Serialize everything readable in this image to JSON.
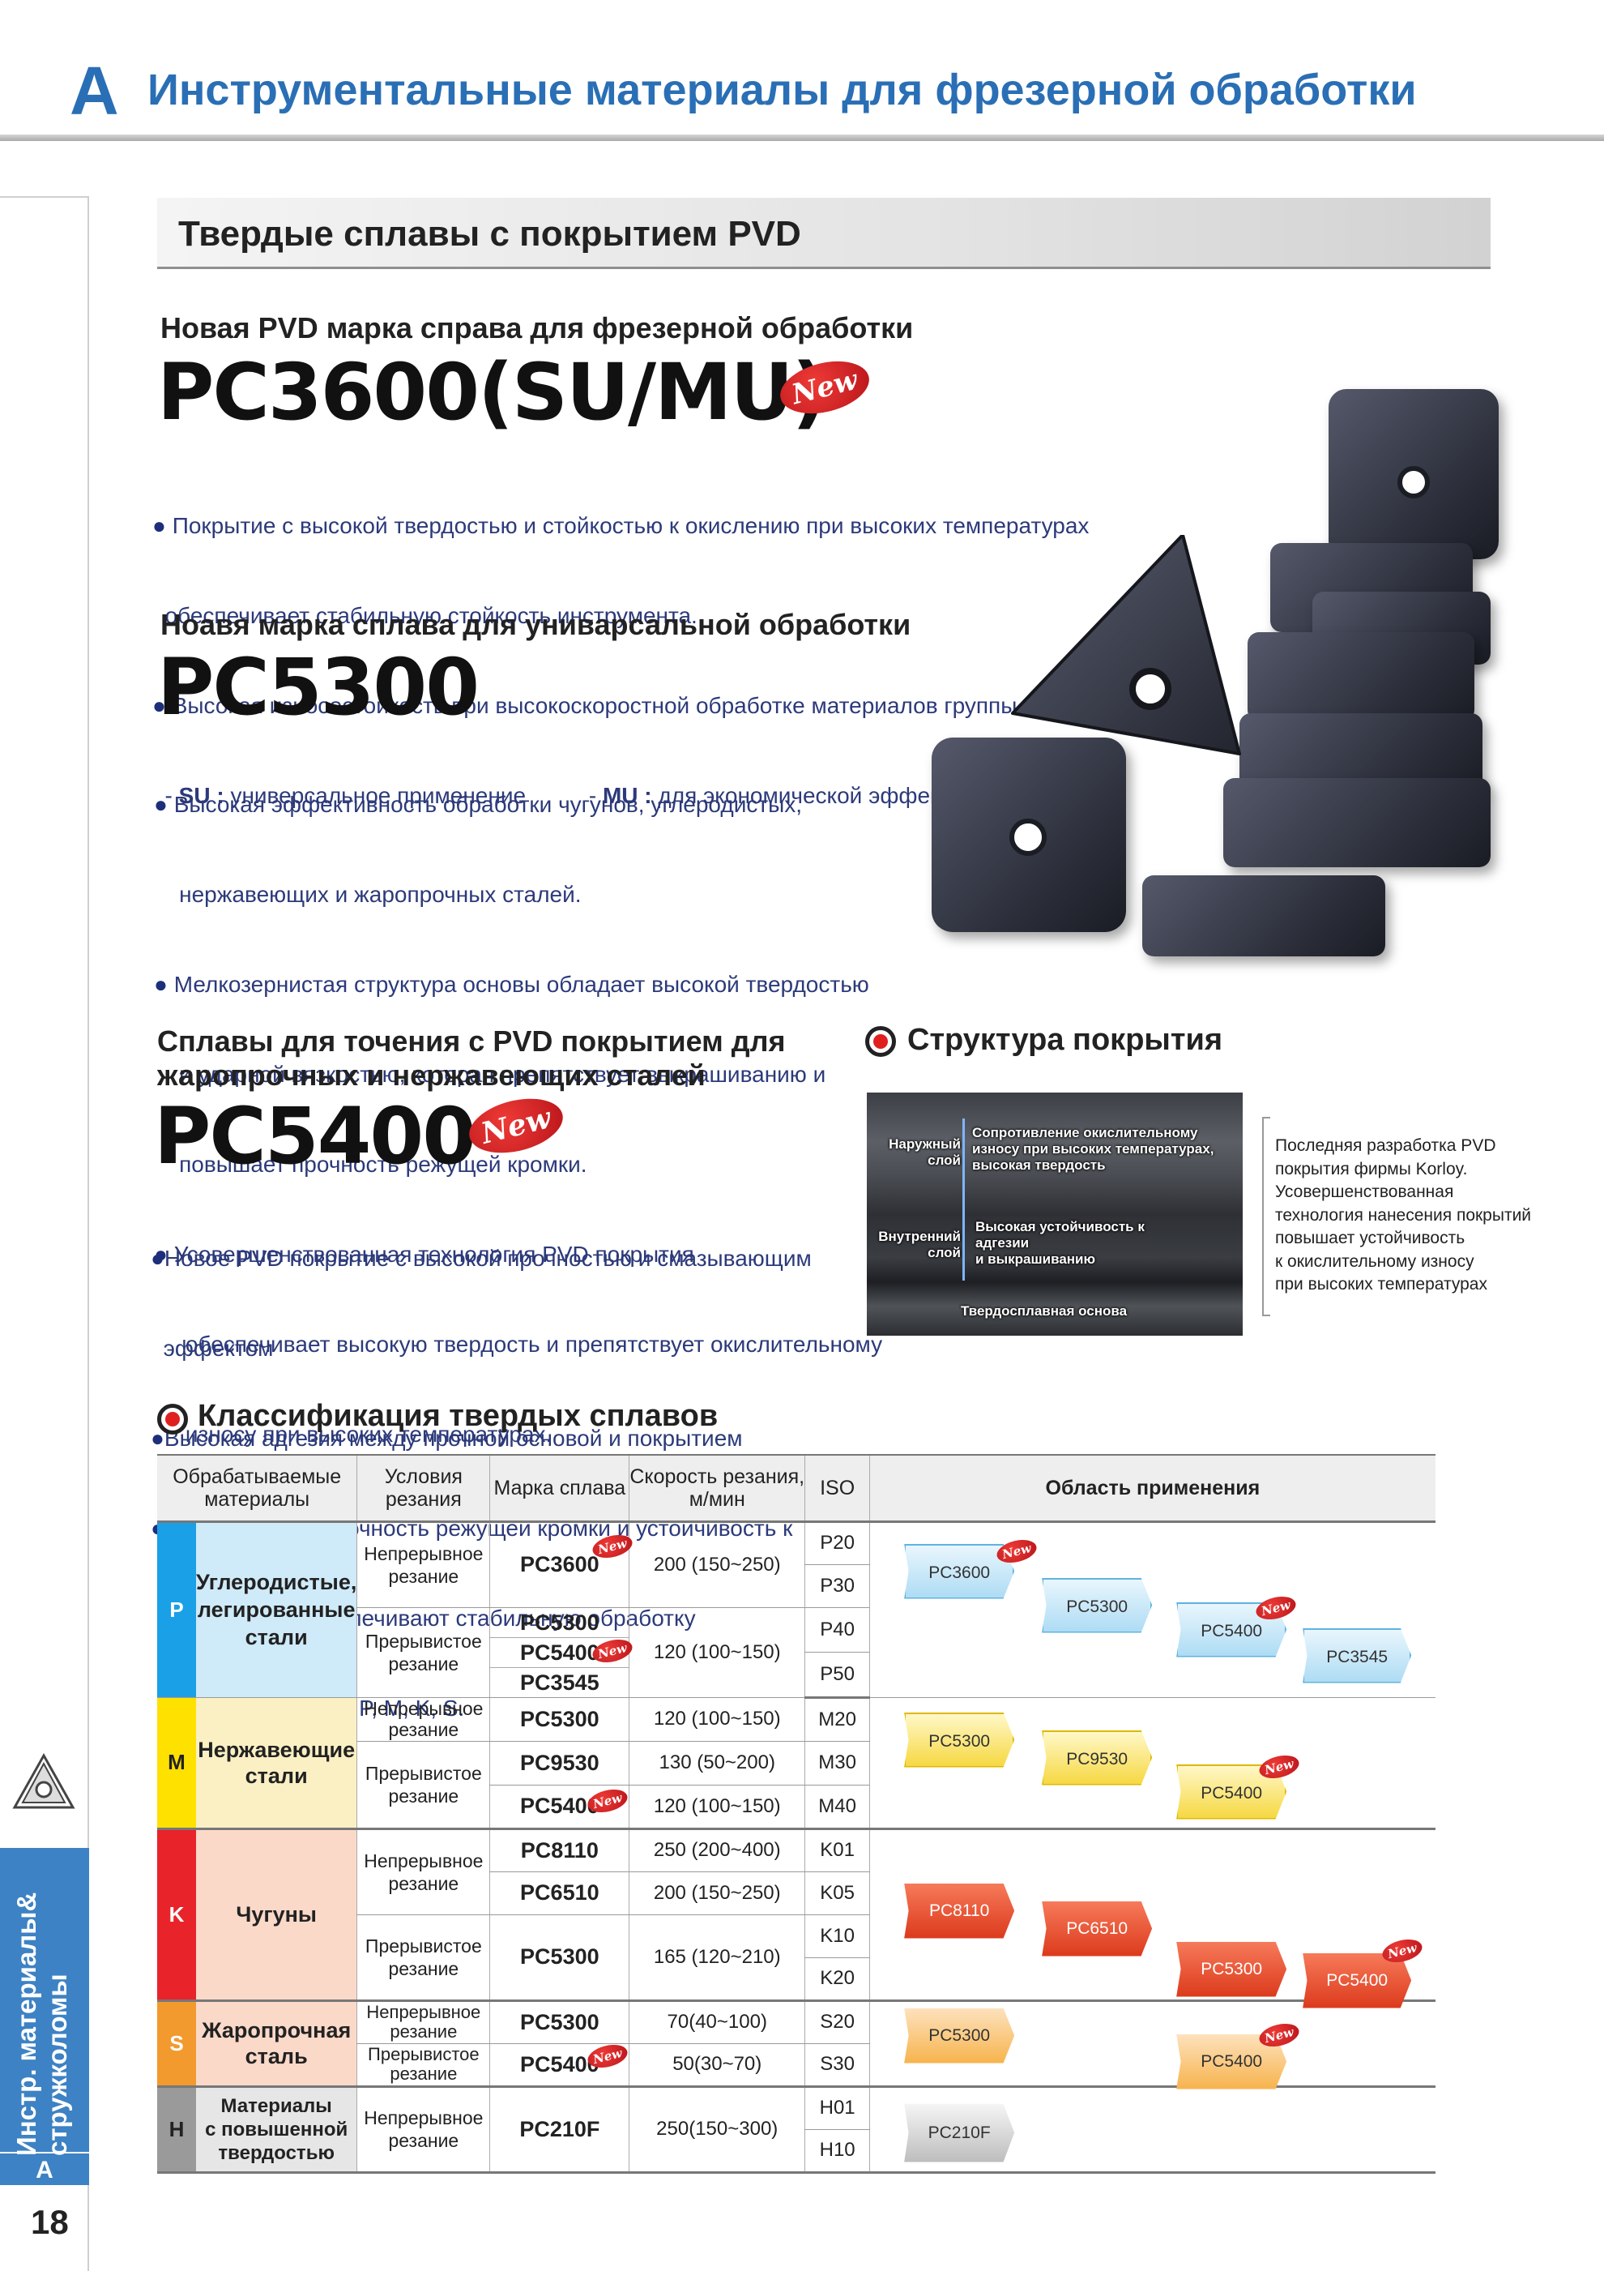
{
  "header": {
    "letter": "A",
    "title": "Инструментальные материалы для фрезерной обработки"
  },
  "sidebar": {
    "tab_text": "Инстр. материалы&\nстружколомы",
    "tab_letter": "A",
    "page_number": "18"
  },
  "section": {
    "title": "Твердые сплавы с покрытием PVD"
  },
  "pc3600": {
    "subtitle": "Новая PVD марка справа для фрезерной обработки",
    "name": "PC3600(SU/MU)",
    "badge": "New",
    "bullets": [
      "Покрытие с высокой твердостью и стойкостью к окислению при высоких температурах",
      "обеспечивает стабильную стойкость инструмента.",
      "Высокая износостойкость при высокоскоростной обработке материалов группы P."
    ],
    "su_label": "SU :",
    "su_text": "универсальное применение",
    "mu_label": "MU :",
    "mu_text": "для экономической эффективности"
  },
  "pc5300": {
    "subtitle": "Ноавя марка сплава для униварсальной обработки",
    "name": "PC5300",
    "bullets": [
      "Высокая эффективность обработки чугунов, углеродистых,",
      "нержавеющих и жаропрочных сталей.",
      "Мелкозернистая структура основы обладает высокой твердостью",
      "и ударной вязкостью, которая препятствует выкрашиванию и",
      "повышает прочность режущей кромки.",
      "Усовершенствованная технология PVD покрытия",
      "обеспечивает высокую твердость и препятствует окислительному",
      "износу при высоких температурах."
    ]
  },
  "pc5400": {
    "subtitle_1": "Сплавы для точения с PVD покрытием для",
    "subtitle_2": "жаропрочных и нержавеющих сталей",
    "name": "PC5400",
    "badge": "New",
    "bullets": [
      "Новое PVD покрытие с высокой прочностью и смазывающим",
      "эффектом",
      "Высокая адгезия между прочной основой и покрытием",
      "Превосходная прочность режущей кромки и устойчивость к",
      "скалыванию обеспечивают стабильную обработку",
      "материалов групп P, M, K, S."
    ]
  },
  "coating": {
    "title": "Структура покрытия",
    "outer_label": "Наружный\nслой",
    "outer_desc": "Сопротивление окислительному\nизносу при высоких температурах,\nвысокая твердость",
    "inner_label": "Внутренний\nслой",
    "inner_desc": "Высокая устойчивость к\nадгезии\nи выкрашиванию",
    "base_label": "Твердосплавная основа",
    "note": "Последняя разработка PVD\nпокрытия фирмы Korloy.\nУсовершенствованная\nтехнология нанесения покрытий\nповышает устойчивость\nк окислительному износу\nпри высоких температурах"
  },
  "classification": {
    "title": "Классификация твердых сплавов",
    "headers": {
      "material": "Обрабатываемые\nматериалы",
      "condition": "Условия\nрезания",
      "grade": "Марка сплава",
      "speed": "Скорость резания,\nм/мин",
      "iso": "ISO",
      "area": "Область применения"
    },
    "groups": {
      "P": {
        "code": "P",
        "name": "Углеродистые,\nлегированные\nстали"
      },
      "M": {
        "code": "M",
        "name": "Нержавеющие\nстали"
      },
      "K": {
        "code": "K",
        "name": "Чугуны"
      },
      "S": {
        "code": "S",
        "name": "Жаропрочная\nсталь"
      },
      "H": {
        "code": "H",
        "name": "Материалы\nс повышенной\nтвердостью"
      }
    },
    "cond_cont": "Непрерывное\nрезание",
    "cond_inter": "Прерывистое\nрезание",
    "rows": {
      "P_cont": {
        "grade": "PC3600",
        "speed": "200  (150~250)",
        "iso": [
          "P20",
          "P30"
        ]
      },
      "P_inter": {
        "grades": [
          "PC5300",
          "PC5400",
          "PC3545"
        ],
        "speed": "120  (100~150)",
        "iso": [
          "P40",
          "P50"
        ]
      },
      "M1": {
        "grade": "PC5300",
        "speed": "120  (100~150)",
        "iso": "M20"
      },
      "M2": {
        "grade": "PC9530",
        "speed": "130  (50~200)",
        "iso": "M30"
      },
      "M3": {
        "grade": "PC5400",
        "speed": "120  (100~150)",
        "iso": "M40"
      },
      "K1": {
        "grade": "PC8110",
        "speed": "250 (200~400)",
        "iso": "K01"
      },
      "K2": {
        "grade": "PC6510",
        "speed": "200  (150~250)",
        "iso": "K05"
      },
      "K3": {
        "grade": "PC5300",
        "speed": "165  (120~210)",
        "iso": [
          "K10",
          "K20"
        ]
      },
      "S1": {
        "grade": "PC5300",
        "speed": "70(40~100)",
        "iso": "S20"
      },
      "S2": {
        "grade": "PC5400",
        "speed": "50(30~70)",
        "iso": "S30"
      },
      "H1": {
        "grade": "PC210F",
        "speed": "250(150~300)",
        "iso": [
          "H01",
          "H10"
        ]
      }
    },
    "bars": {
      "P": [
        "PC3600",
        "PC5300",
        "PC5400",
        "PC3545"
      ],
      "M": [
        "PC5300",
        "PC9530",
        "PC5400"
      ],
      "K": [
        "PC8110",
        "PC6510",
        "PC5300",
        "PC5400"
      ],
      "S": [
        "PC5300",
        "PC5400"
      ],
      "H": [
        "PC210F"
      ]
    },
    "badge": "New"
  },
  "colors": {
    "accent_blue": "#2a6fb5",
    "P": "#1aa0e6",
    "M": "#ffe100",
    "K": "#e8232a",
    "S": "#f29a2e",
    "H": "#9a9a9a"
  }
}
